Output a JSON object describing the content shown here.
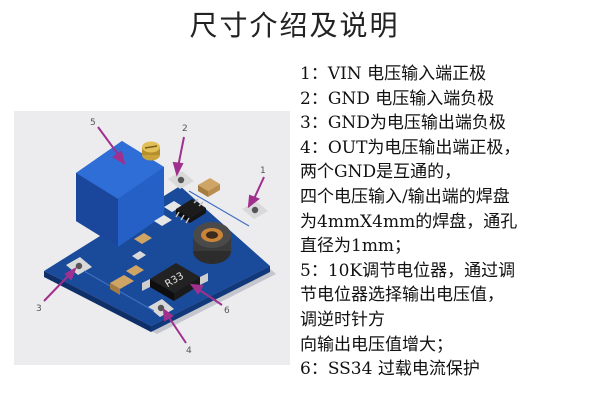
{
  "title": "尺寸介绍及说明",
  "callouts": [
    "1",
    "2",
    "3",
    "4",
    "5",
    "6"
  ],
  "chip_marking": "R33",
  "description_lines": [
    "1：VIN 电压输入端正极",
    "2：GND 电压输入端负极",
    "3：GND为电压输出端负极",
    "4：OUT为电压输出端正极，",
    "两个GND是互通的，",
    "四个电压输入/输出端的焊盘",
    "为4mmX4mm的焊盘，通孔",
    "直径为1mm；",
    "5：10K调节电位器，通过调",
    "节电位器选择输出电压值，",
    "调逆时针方",
    "向输出电压值增大；",
    "6：SS34 过载电流保护"
  ],
  "colors": {
    "pcb": "#1a4a9a",
    "trimmer": "#2563c9",
    "arrow": "#a0308e",
    "pad": "#d9d9d9"
  }
}
